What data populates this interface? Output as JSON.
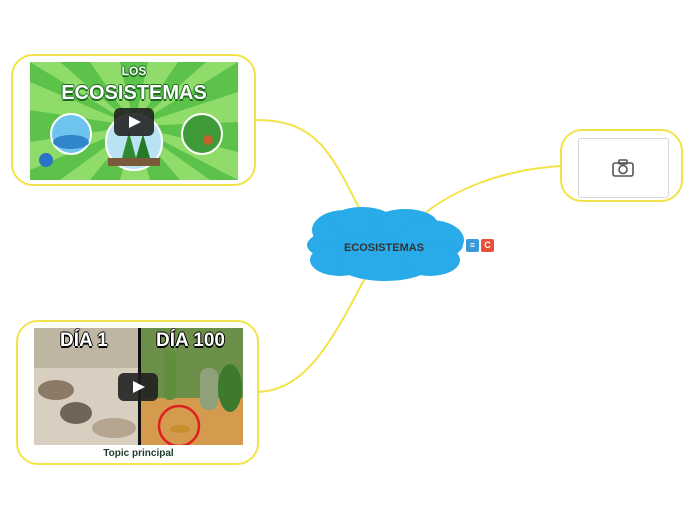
{
  "central_topic": {
    "label": "ECOSISTEMAS",
    "badges": [
      {
        "icon": "notes-icon",
        "color": "#3a9ad9",
        "glyph": "≡"
      },
      {
        "icon": "comment-icon",
        "color": "#e8503a",
        "glyph": "C"
      }
    ]
  },
  "video_top": {
    "title_line1": "LOS",
    "title_line2": "ECOSISTEMAS"
  },
  "video_bottom": {
    "left_label": "DÍA 1",
    "right_label": "DÍA 100",
    "caption": "Topic principal"
  },
  "image_placeholder": {
    "icon": "camera-icon"
  },
  "colors": {
    "branch": "#f3e34a",
    "cloud": "#29aae9",
    "node_border": "#f3e34a"
  }
}
